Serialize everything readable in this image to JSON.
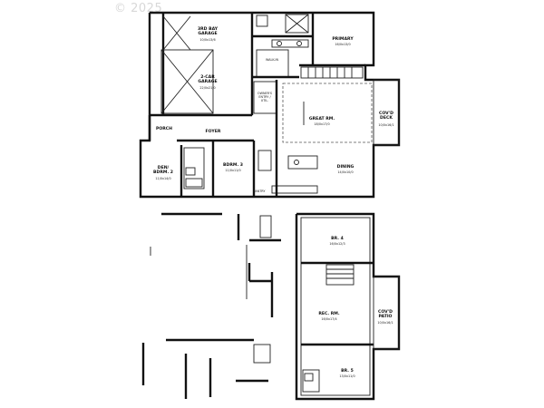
{
  "watermark": "© 2025",
  "upper_floor": {
    "garage_3rd_bay": {
      "name": "3RD BAY\nGARAGE",
      "size": "10/0x13/6"
    },
    "garage_2car": {
      "name": "2-CAR\nGARAGE",
      "size": "22/0x21/0"
    },
    "primary": {
      "name": "PRIMARY",
      "size": "16/0x13/0"
    },
    "walk_in": {
      "name": "WALK-IN"
    },
    "owners_entry": {
      "name": "OWNER'S\nENTRY /\nUTIL."
    },
    "great_rm": {
      "name": "GREAT RM.",
      "size": "18/0x17/0"
    },
    "covd_deck": {
      "name": "COV'D\nDECK",
      "size": "10/0x16/1"
    },
    "porch": {
      "name": "PORCH"
    },
    "foyer": {
      "name": "FOYER"
    },
    "den_bdrm2": {
      "name": "DEN/\nBDRM. 2",
      "size": "11/0x14/0"
    },
    "bdrm3": {
      "name": "BDRM. 3",
      "size": "11/0x11/0"
    },
    "dining": {
      "name": "DINING",
      "size": "14/0x10/0"
    },
    "pantry": {
      "name": "PANTRY"
    }
  },
  "lower_floor": {
    "br4": {
      "name": "BR. 4",
      "size": "16/0x12/3"
    },
    "rec_rm": {
      "name": "REC. RM.",
      "size": "16/0x17/4"
    },
    "covd_patio": {
      "name": "COV'D\nPATIO",
      "size": "10/0x16/1"
    },
    "br5": {
      "name": "BR. 5",
      "size": "13/0x11/0"
    }
  }
}
